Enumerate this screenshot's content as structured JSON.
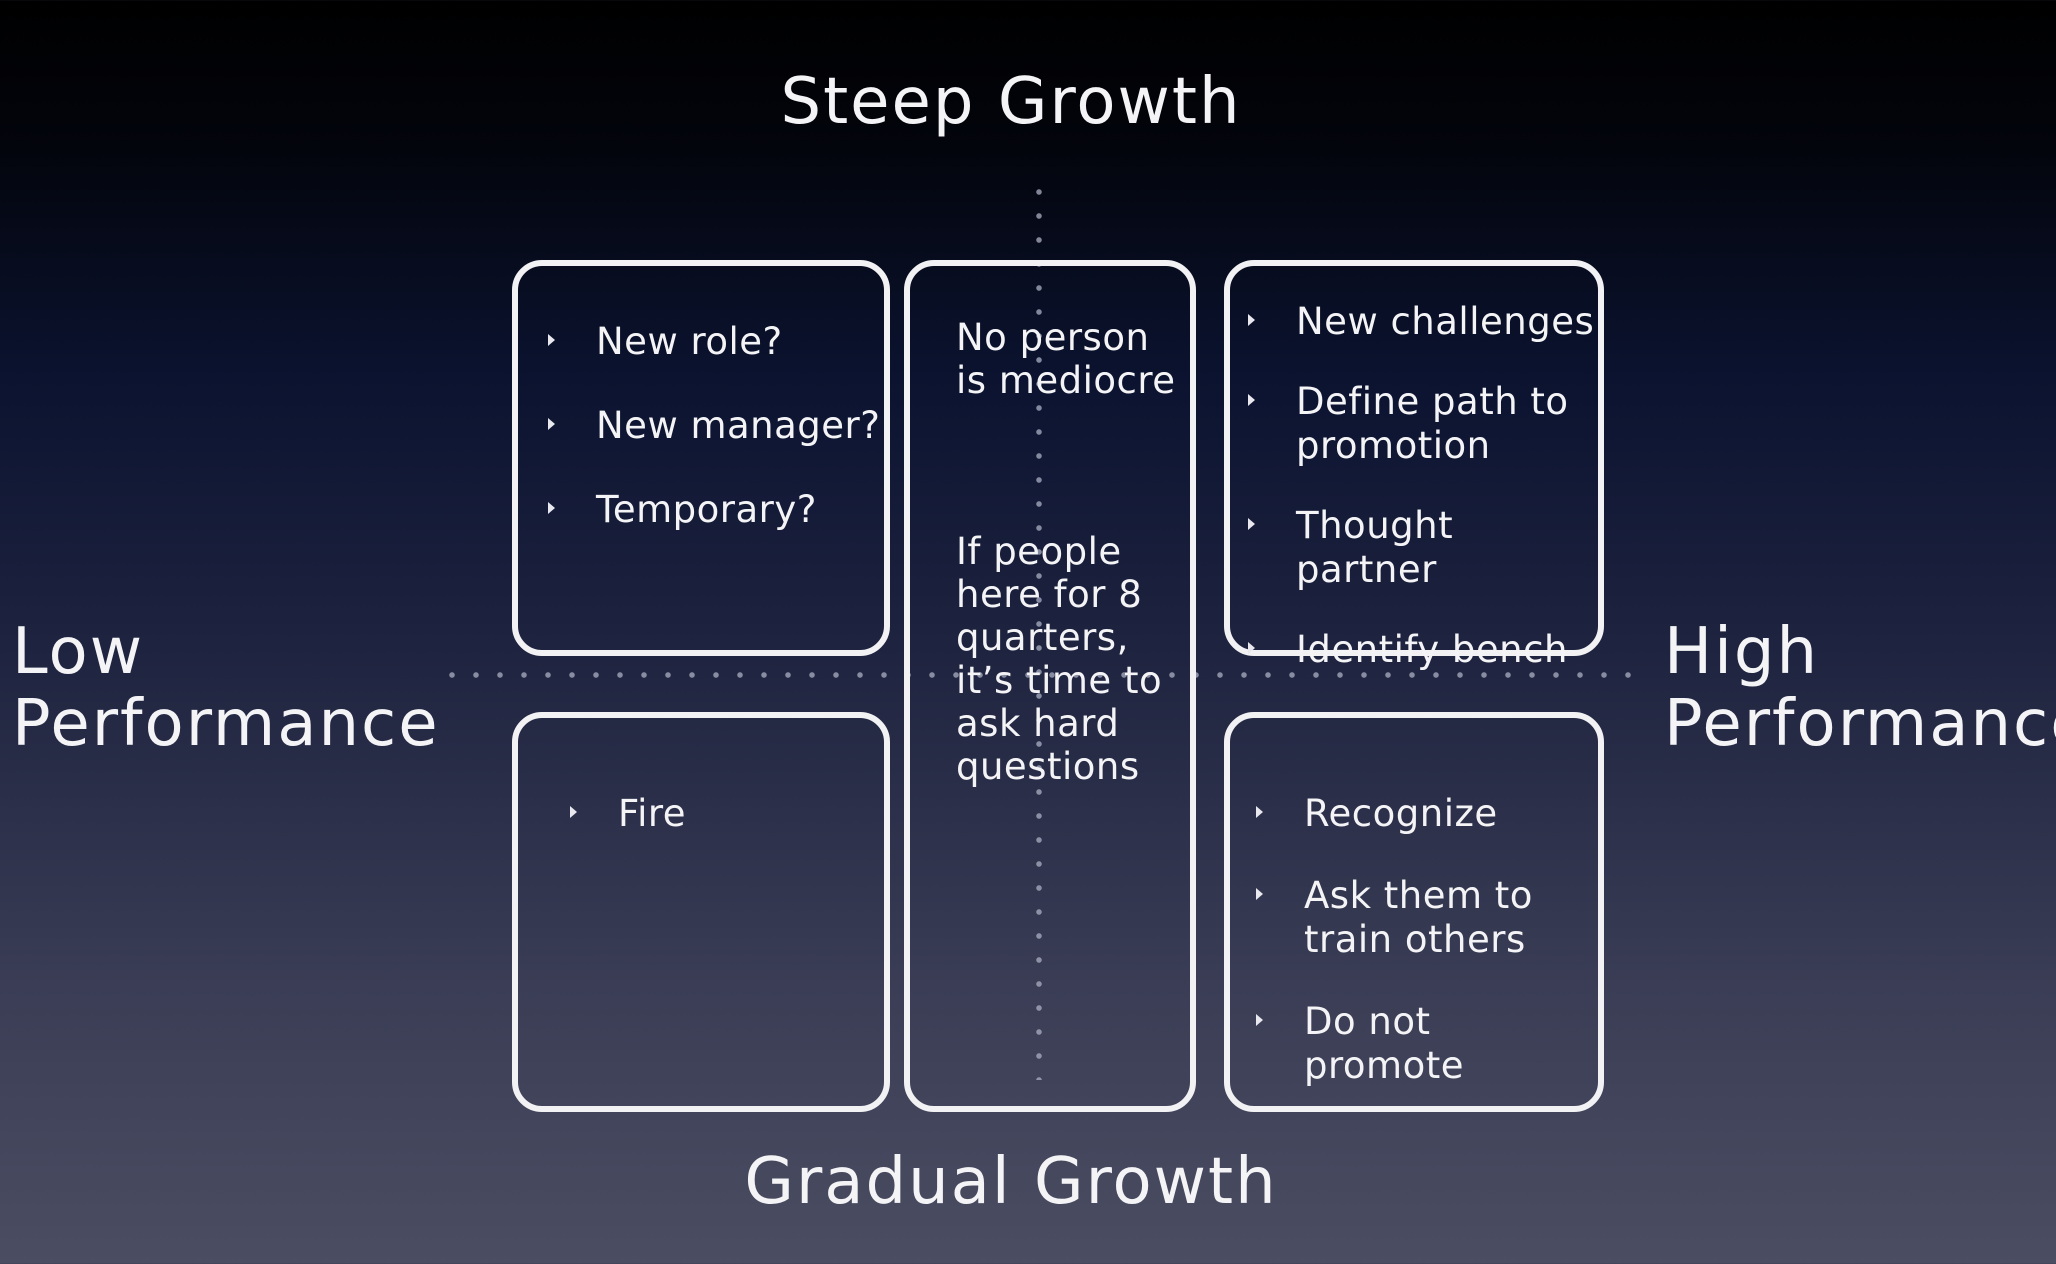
{
  "axes": {
    "top": "Steep Growth",
    "bottom": "Gradual Growth",
    "left": [
      "Low",
      "Performance"
    ],
    "right": [
      "High",
      "Performance"
    ]
  },
  "quadrants": {
    "top_left": [
      "New role?",
      "New manager?",
      "Temporary?"
    ],
    "bottom_left": [
      "Fire"
    ],
    "top_right": [
      [
        "New challenges"
      ],
      [
        "Define path to",
        "promotion"
      ],
      [
        "Thought partner"
      ],
      [
        "Identify bench"
      ]
    ],
    "bottom_right": [
      [
        "Recognize"
      ],
      [
        "Ask them to",
        "train others"
      ],
      [
        "Do not promote"
      ]
    ]
  },
  "middle": {
    "paragraph_1": [
      "No person",
      "is mediocre"
    ],
    "paragraph_2": [
      "If people",
      "here for 8",
      "quarters,",
      "it’s time to",
      "ask hard",
      "questions"
    ]
  },
  "colors": {
    "border": "#f2f2f5",
    "text": "#f4f4f6",
    "dots": "#aaafc3"
  }
}
